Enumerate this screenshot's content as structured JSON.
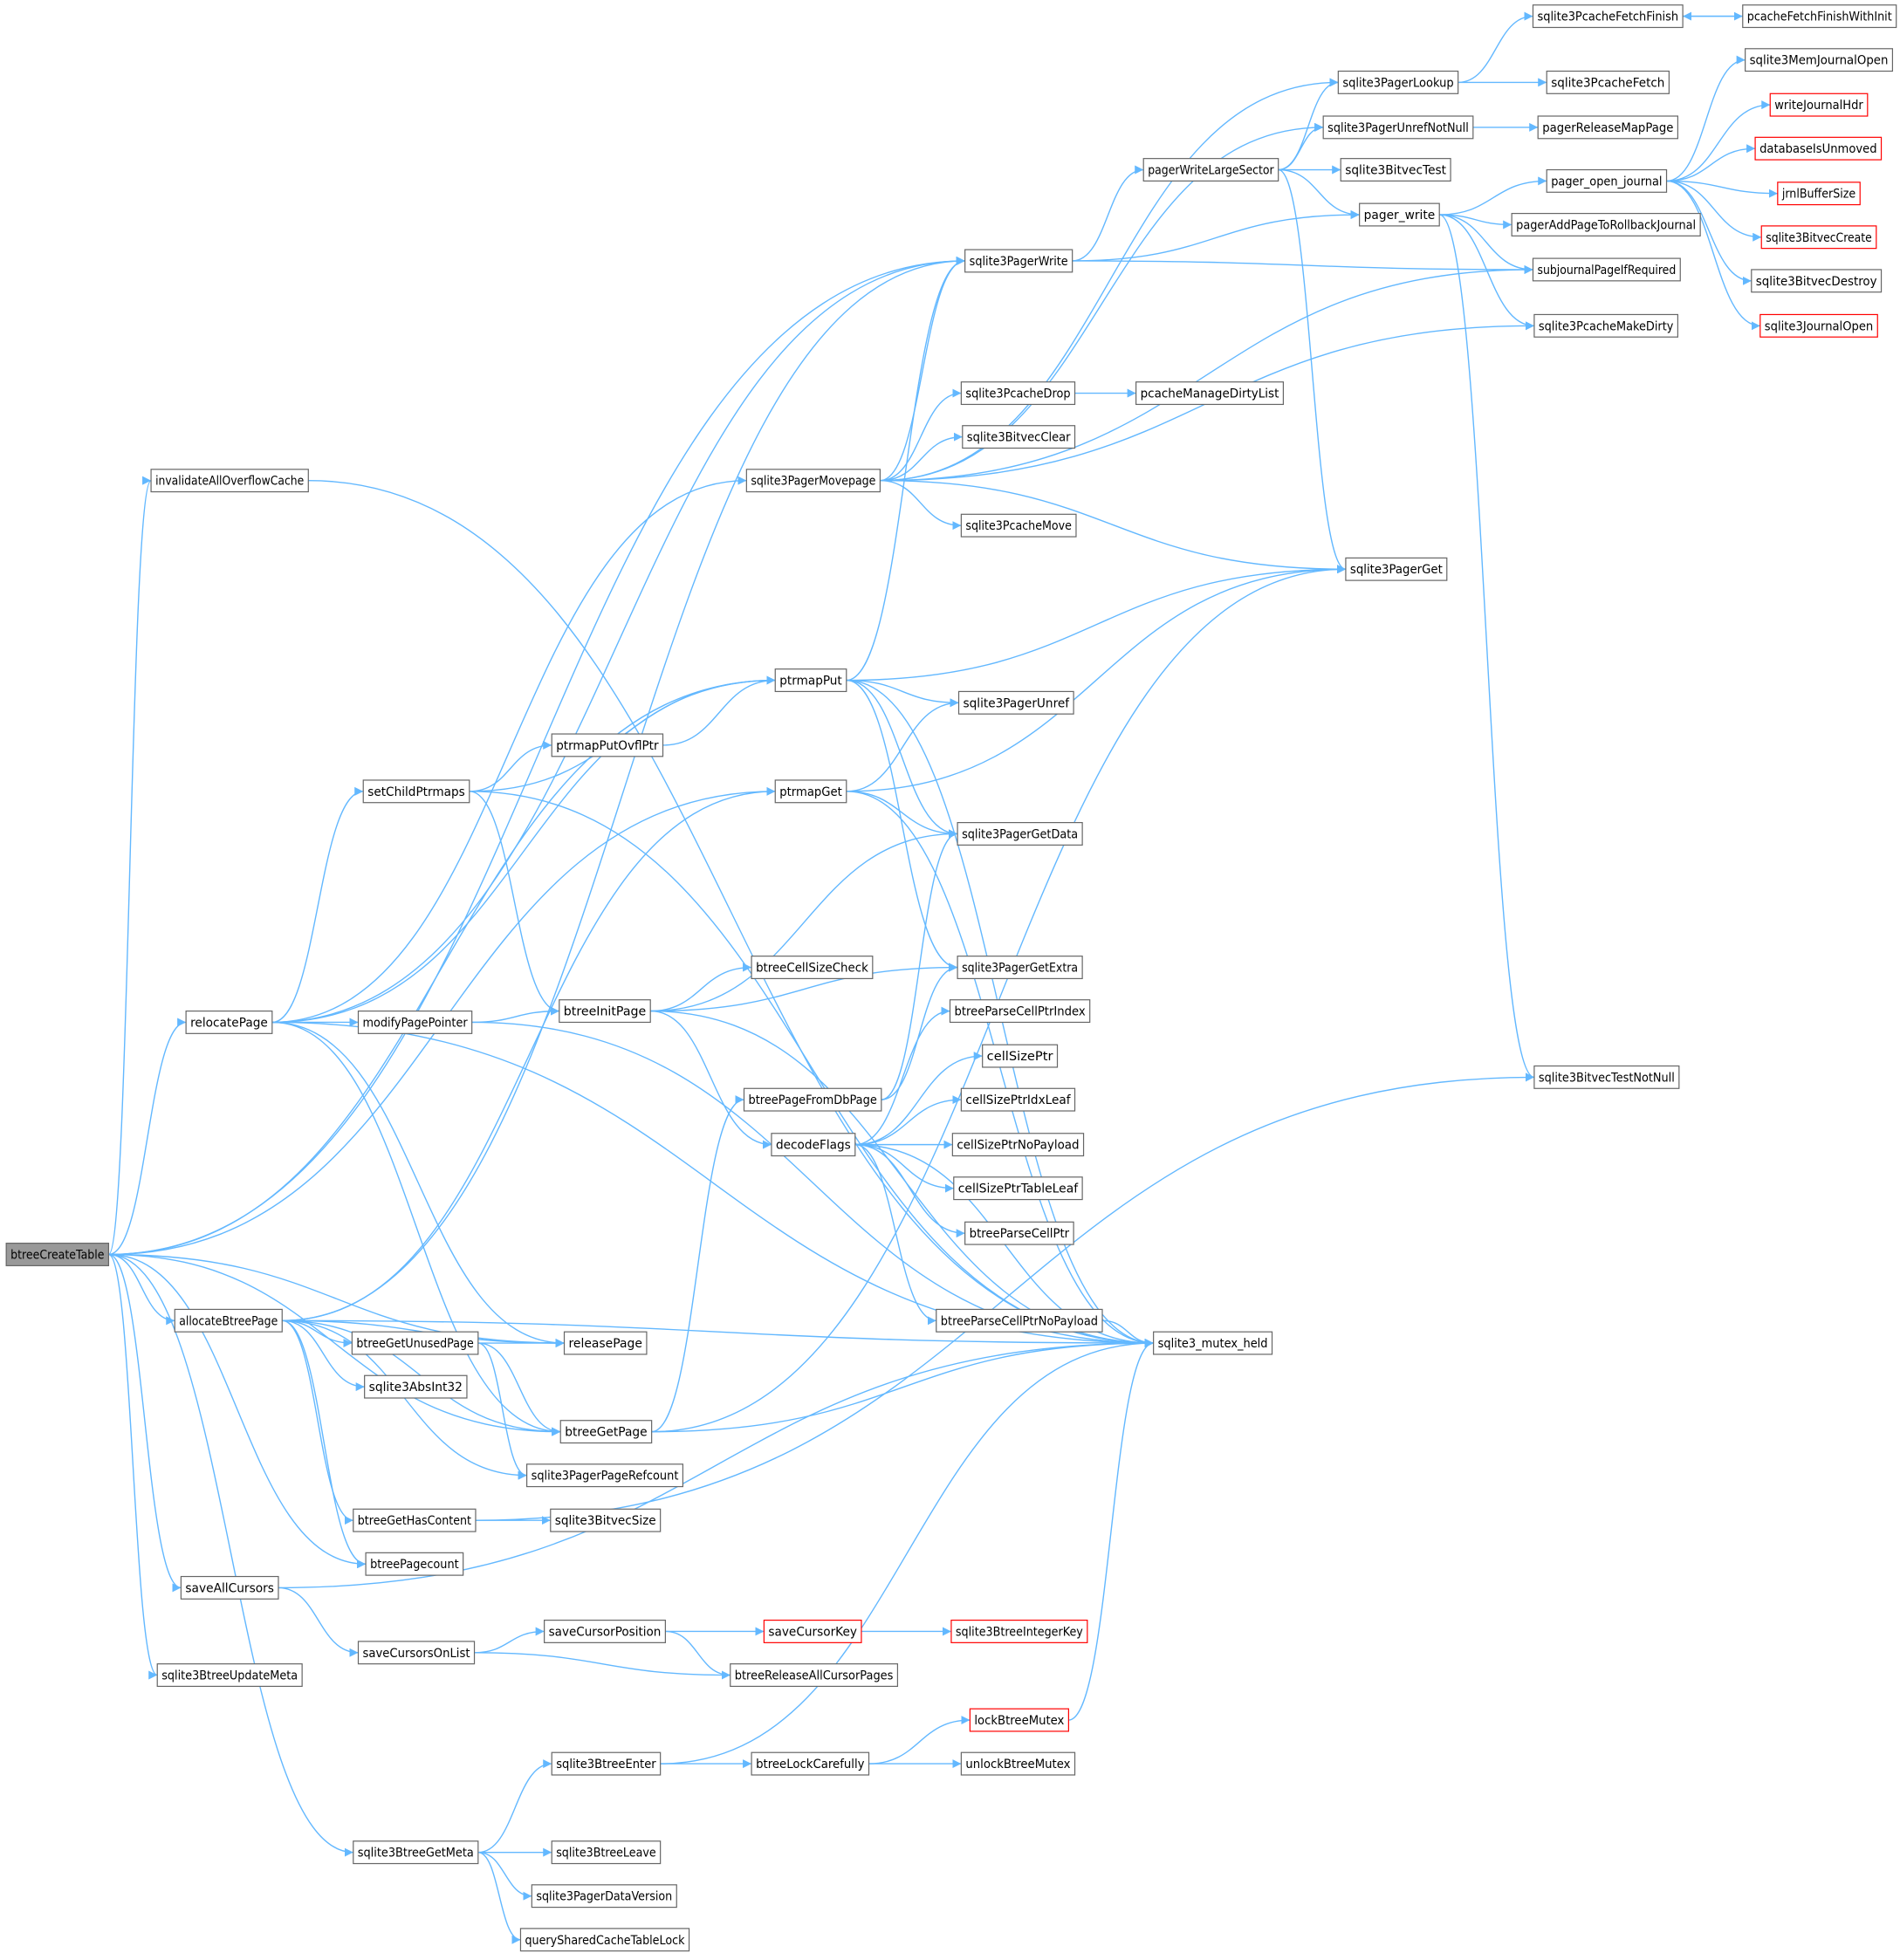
{
  "graph": {
    "colors": {
      "edge": "#63B8FF",
      "node_border": "#666666",
      "node_border_truncated": "#FF0000",
      "node_fill": "#FFFFFF",
      "root_fill": "#999999",
      "text": "#000000"
    },
    "nodes": [
      {
        "id": "btreeCreateTable",
        "label": "btreeCreateTable",
        "root": true
      },
      {
        "id": "invalidateAllOverflowCache",
        "label": "invalidateAllOverflowCache"
      },
      {
        "id": "relocatePage",
        "label": "relocatePage"
      },
      {
        "id": "allocateBtreePage",
        "label": "allocateBtreePage"
      },
      {
        "id": "saveAllCursors",
        "label": "saveAllCursors"
      },
      {
        "id": "sqlite3BtreeUpdateMeta",
        "label": "sqlite3BtreeUpdateMeta"
      },
      {
        "id": "setChildPtrmaps",
        "label": "setChildPtrmaps"
      },
      {
        "id": "modifyPagePointer",
        "label": "modifyPagePointer"
      },
      {
        "id": "btreeGetUnusedPage",
        "label": "btreeGetUnusedPage"
      },
      {
        "id": "sqlite3AbsInt32",
        "label": "sqlite3AbsInt32"
      },
      {
        "id": "btreeGetHasContent",
        "label": "btreeGetHasContent"
      },
      {
        "id": "btreePagecount",
        "label": "btreePagecount"
      },
      {
        "id": "saveCursorsOnList",
        "label": "saveCursorsOnList"
      },
      {
        "id": "sqlite3BtreeGetMeta",
        "label": "sqlite3BtreeGetMeta"
      },
      {
        "id": "ptrmapPutOvflPtr",
        "label": "ptrmapPutOvflPtr"
      },
      {
        "id": "btreeInitPage",
        "label": "btreeInitPage"
      },
      {
        "id": "releasePage",
        "label": "releasePage"
      },
      {
        "id": "btreeGetPage",
        "label": "btreeGetPage"
      },
      {
        "id": "sqlite3PagerPageRefcount",
        "label": "sqlite3PagerPageRefcount"
      },
      {
        "id": "sqlite3BitvecSize",
        "label": "sqlite3BitvecSize"
      },
      {
        "id": "saveCursorPosition",
        "label": "saveCursorPosition"
      },
      {
        "id": "sqlite3BtreeEnter",
        "label": "sqlite3BtreeEnter"
      },
      {
        "id": "sqlite3BtreeLeave",
        "label": "sqlite3BtreeLeave"
      },
      {
        "id": "sqlite3PagerDataVersion",
        "label": "sqlite3PagerDataVersion"
      },
      {
        "id": "querySharedCacheTableLock",
        "label": "querySharedCacheTableLock"
      },
      {
        "id": "sqlite3PagerMovepage",
        "label": "sqlite3PagerMovepage"
      },
      {
        "id": "ptrmapPut",
        "label": "ptrmapPut"
      },
      {
        "id": "ptrmapGet",
        "label": "ptrmapGet"
      },
      {
        "id": "btreePageFromDbPage",
        "label": "btreePageFromDbPage"
      },
      {
        "id": "decodeFlags",
        "label": "decodeFlags"
      },
      {
        "id": "saveCursorKey",
        "label": "saveCursorKey",
        "truncated": true
      },
      {
        "id": "btreeReleaseAllCursorPages",
        "label": "btreeReleaseAllCursorPages"
      },
      {
        "id": "btreeLockCarefully",
        "label": "btreeLockCarefully"
      },
      {
        "id": "sqlite3PagerWrite",
        "label": "sqlite3PagerWrite"
      },
      {
        "id": "sqlite3PcacheDrop",
        "label": "sqlite3PcacheDrop"
      },
      {
        "id": "sqlite3BitvecClear",
        "label": "sqlite3BitvecClear"
      },
      {
        "id": "sqlite3PcacheMove",
        "label": "sqlite3PcacheMove"
      },
      {
        "id": "sqlite3PagerUnref",
        "label": "sqlite3PagerUnref"
      },
      {
        "id": "sqlite3PagerGetData",
        "label": "sqlite3PagerGetData"
      },
      {
        "id": "btreeCellSizeCheck",
        "label": "btreeCellSizeCheck"
      },
      {
        "id": "sqlite3PagerGetExtra",
        "label": "sqlite3PagerGetExtra"
      },
      {
        "id": "btreeParseCellPtrIndex",
        "label": "btreeParseCellPtrIndex"
      },
      {
        "id": "cellSizePtr",
        "label": "cellSizePtr"
      },
      {
        "id": "cellSizePtrIdxLeaf",
        "label": "cellSizePtrIdxLeaf"
      },
      {
        "id": "cellSizePtrNoPayload",
        "label": "cellSizePtrNoPayload"
      },
      {
        "id": "cellSizePtrTableLeaf",
        "label": "cellSizePtrTableLeaf"
      },
      {
        "id": "btreeParseCellPtr",
        "label": "btreeParseCellPtr"
      },
      {
        "id": "btreeParseCellPtrNoPayload",
        "label": "btreeParseCellPtrNoPayload"
      },
      {
        "id": "sqlite3BtreeIntegerKey",
        "label": "sqlite3BtreeIntegerKey",
        "truncated": true
      },
      {
        "id": "lockBtreeMutex",
        "label": "lockBtreeMutex",
        "truncated": true
      },
      {
        "id": "unlockBtreeMutex",
        "label": "unlockBtreeMutex"
      },
      {
        "id": "pcacheManageDirtyList",
        "label": "pcacheManageDirtyList"
      },
      {
        "id": "sqlite3_mutex_held",
        "label": "sqlite3_mutex_held"
      },
      {
        "id": "pagerWriteLargeSector",
        "label": "pagerWriteLargeSector"
      },
      {
        "id": "sqlite3PagerLookup",
        "label": "sqlite3PagerLookup"
      },
      {
        "id": "sqlite3PagerUnrefNotNull",
        "label": "sqlite3PagerUnrefNotNull"
      },
      {
        "id": "sqlite3BitvecTest",
        "label": "sqlite3BitvecTest"
      },
      {
        "id": "pager_write",
        "label": "pager_write"
      },
      {
        "id": "sqlite3PagerGet",
        "label": "sqlite3PagerGet"
      },
      {
        "id": "sqlite3PcacheFetchFinish",
        "label": "sqlite3PcacheFetchFinish"
      },
      {
        "id": "sqlite3PcacheFetch",
        "label": "sqlite3PcacheFetch"
      },
      {
        "id": "pagerReleaseMapPage",
        "label": "pagerReleaseMapPage"
      },
      {
        "id": "pager_open_journal",
        "label": "pager_open_journal"
      },
      {
        "id": "pagerAddPageToRollbackJournal",
        "label": "pagerAddPageToRollbackJournal"
      },
      {
        "id": "subjournalPageIfRequired",
        "label": "subjournalPageIfRequired"
      },
      {
        "id": "sqlite3PcacheMakeDirty",
        "label": "sqlite3PcacheMakeDirty"
      },
      {
        "id": "sqlite3BitvecTestNotNull",
        "label": "sqlite3BitvecTestNotNull"
      },
      {
        "id": "pcacheFetchFinishWithInit",
        "label": "pcacheFetchFinishWithInit"
      },
      {
        "id": "sqlite3MemJournalOpen",
        "label": "sqlite3MemJournalOpen"
      },
      {
        "id": "writeJournalHdr",
        "label": "writeJournalHdr",
        "truncated": true
      },
      {
        "id": "databaseIsUnmoved",
        "label": "databaseIsUnmoved",
        "truncated": true
      },
      {
        "id": "jrnlBufferSize",
        "label": "jrnlBufferSize",
        "truncated": true
      },
      {
        "id": "sqlite3BitvecCreate",
        "label": "sqlite3BitvecCreate",
        "truncated": true
      },
      {
        "id": "sqlite3BitvecDestroy",
        "label": "sqlite3BitvecDestroy"
      },
      {
        "id": "sqlite3JournalOpen",
        "label": "sqlite3JournalOpen",
        "truncated": true
      }
    ],
    "edges": [
      [
        "btreeCreateTable",
        "invalidateAllOverflowCache"
      ],
      [
        "btreeCreateTable",
        "relocatePage"
      ],
      [
        "btreeCreateTable",
        "allocateBtreePage"
      ],
      [
        "btreeCreateTable",
        "saveAllCursors"
      ],
      [
        "btreeCreateTable",
        "sqlite3BtreeUpdateMeta"
      ],
      [
        "btreeCreateTable",
        "btreeGetPage"
      ],
      [
        "btreeCreateTable",
        "releasePage"
      ],
      [
        "btreeCreateTable",
        "btreePagecount"
      ],
      [
        "btreeCreateTable",
        "sqlite3BtreeGetMeta"
      ],
      [
        "btreeCreateTable",
        "ptrmapPut"
      ],
      [
        "btreeCreateTable",
        "ptrmapGet"
      ],
      [
        "btreeCreateTable",
        "sqlite3PagerWrite"
      ],
      [
        "invalidateAllOverflowCache",
        "sqlite3_mutex_held"
      ],
      [
        "relocatePage",
        "setChildPtrmaps"
      ],
      [
        "relocatePage",
        "modifyPagePointer"
      ],
      [
        "relocatePage",
        "ptrmapPut"
      ],
      [
        "relocatePage",
        "sqlite3PagerMovepage"
      ],
      [
        "relocatePage",
        "sqlite3PagerWrite"
      ],
      [
        "relocatePage",
        "releasePage"
      ],
      [
        "relocatePage",
        "btreeGetPage"
      ],
      [
        "relocatePage",
        "sqlite3_mutex_held"
      ],
      [
        "allocateBtreePage",
        "btreeGetUnusedPage"
      ],
      [
        "allocateBtreePage",
        "sqlite3AbsInt32"
      ],
      [
        "allocateBtreePage",
        "btreeGetHasContent"
      ],
      [
        "allocateBtreePage",
        "btreePagecount"
      ],
      [
        "allocateBtreePage",
        "releasePage"
      ],
      [
        "allocateBtreePage",
        "btreeGetPage"
      ],
      [
        "allocateBtreePage",
        "sqlite3PagerPageRefcount"
      ],
      [
        "allocateBtreePage",
        "ptrmapGet"
      ],
      [
        "allocateBtreePage",
        "sqlite3PagerWrite"
      ],
      [
        "allocateBtreePage",
        "sqlite3_mutex_held"
      ],
      [
        "saveAllCursors",
        "saveCursorsOnList"
      ],
      [
        "saveAllCursors",
        "sqlite3_mutex_held"
      ],
      [
        "setChildPtrmaps",
        "ptrmapPutOvflPtr"
      ],
      [
        "setChildPtrmaps",
        "ptrmapPut"
      ],
      [
        "setChildPtrmaps",
        "btreeInitPage"
      ],
      [
        "setChildPtrmaps",
        "sqlite3_mutex_held"
      ],
      [
        "modifyPagePointer",
        "btreeInitPage"
      ],
      [
        "modifyPagePointer",
        "sqlite3_mutex_held"
      ],
      [
        "btreeGetUnusedPage",
        "releasePage"
      ],
      [
        "btreeGetUnusedPage",
        "btreeGetPage"
      ],
      [
        "btreeGetUnusedPage",
        "sqlite3PagerPageRefcount"
      ],
      [
        "btreeGetHasContent",
        "sqlite3BitvecSize"
      ],
      [
        "btreeGetHasContent",
        "sqlite3BitvecTestNotNull"
      ],
      [
        "saveCursorsOnList",
        "saveCursorPosition"
      ],
      [
        "saveCursorsOnList",
        "btreeReleaseAllCursorPages"
      ],
      [
        "sqlite3BtreeGetMeta",
        "sqlite3BtreeEnter"
      ],
      [
        "sqlite3BtreeGetMeta",
        "sqlite3BtreeLeave"
      ],
      [
        "sqlite3BtreeGetMeta",
        "sqlite3PagerDataVersion"
      ],
      [
        "sqlite3BtreeGetMeta",
        "querySharedCacheTableLock"
      ],
      [
        "ptrmapPutOvflPtr",
        "ptrmapPut"
      ],
      [
        "btreeInitPage",
        "btreeCellSizeCheck"
      ],
      [
        "btreeInitPage",
        "decodeFlags"
      ],
      [
        "btreeInitPage",
        "sqlite3PagerGetData"
      ],
      [
        "btreeInitPage",
        "sqlite3PagerGetExtra"
      ],
      [
        "btreeInitPage",
        "sqlite3_mutex_held"
      ],
      [
        "btreeGetPage",
        "btreePageFromDbPage"
      ],
      [
        "btreeGetPage",
        "sqlite3PagerGet"
      ],
      [
        "btreeGetPage",
        "sqlite3_mutex_held"
      ],
      [
        "saveCursorPosition",
        "saveCursorKey"
      ],
      [
        "saveCursorPosition",
        "btreeReleaseAllCursorPages"
      ],
      [
        "sqlite3BtreeEnter",
        "btreeLockCarefully"
      ],
      [
        "sqlite3BtreeEnter",
        "sqlite3_mutex_held"
      ],
      [
        "sqlite3PagerMovepage",
        "sqlite3PcacheDrop"
      ],
      [
        "sqlite3PagerMovepage",
        "sqlite3BitvecClear"
      ],
      [
        "sqlite3PagerMovepage",
        "sqlite3PcacheMove"
      ],
      [
        "sqlite3PagerMovepage",
        "sqlite3PagerGet"
      ],
      [
        "sqlite3PagerMovepage",
        "sqlite3PagerWrite"
      ],
      [
        "sqlite3PagerMovepage",
        "sqlite3PagerLookup"
      ],
      [
        "sqlite3PagerMovepage",
        "sqlite3PagerUnrefNotNull"
      ],
      [
        "sqlite3PagerMovepage",
        "subjournalPageIfRequired"
      ],
      [
        "sqlite3PagerMovepage",
        "sqlite3PcacheMakeDirty"
      ],
      [
        "ptrmapPut",
        "sqlite3PagerGet"
      ],
      [
        "ptrmapPut",
        "sqlite3PagerUnref"
      ],
      [
        "ptrmapPut",
        "sqlite3PagerGetData"
      ],
      [
        "ptrmapPut",
        "sqlite3PagerGetExtra"
      ],
      [
        "ptrmapPut",
        "sqlite3PagerWrite"
      ],
      [
        "ptrmapPut",
        "sqlite3_mutex_held"
      ],
      [
        "ptrmapGet",
        "sqlite3PagerGet"
      ],
      [
        "ptrmapGet",
        "sqlite3PagerUnref"
      ],
      [
        "ptrmapGet",
        "sqlite3PagerGetData"
      ],
      [
        "ptrmapGet",
        "sqlite3_mutex_held"
      ],
      [
        "btreePageFromDbPage",
        "sqlite3PagerGetData"
      ],
      [
        "btreePageFromDbPage",
        "sqlite3PagerGetExtra"
      ],
      [
        "decodeFlags",
        "btreeParseCellPtrIndex"
      ],
      [
        "decodeFlags",
        "cellSizePtr"
      ],
      [
        "decodeFlags",
        "cellSizePtrIdxLeaf"
      ],
      [
        "decodeFlags",
        "cellSizePtrNoPayload"
      ],
      [
        "decodeFlags",
        "cellSizePtrTableLeaf"
      ],
      [
        "decodeFlags",
        "btreeParseCellPtr"
      ],
      [
        "decodeFlags",
        "btreeParseCellPtrNoPayload"
      ],
      [
        "decodeFlags",
        "sqlite3_mutex_held"
      ],
      [
        "saveCursorKey",
        "sqlite3BtreeIntegerKey"
      ],
      [
        "btreeLockCarefully",
        "lockBtreeMutex"
      ],
      [
        "btreeLockCarefully",
        "unlockBtreeMutex"
      ],
      [
        "lockBtreeMutex",
        "sqlite3_mutex_held"
      ],
      [
        "btreeParseCellPtrNoPayload",
        "sqlite3_mutex_held"
      ],
      [
        "sqlite3PcacheDrop",
        "pcacheManageDirtyList"
      ],
      [
        "sqlite3PagerWrite",
        "pagerWriteLargeSector"
      ],
      [
        "sqlite3PagerWrite",
        "pager_write"
      ],
      [
        "sqlite3PagerWrite",
        "subjournalPageIfRequired"
      ],
      [
        "pagerWriteLargeSector",
        "sqlite3PagerLookup"
      ],
      [
        "pagerWriteLargeSector",
        "sqlite3PagerUnrefNotNull"
      ],
      [
        "pagerWriteLargeSector",
        "sqlite3BitvecTest"
      ],
      [
        "pagerWriteLargeSector",
        "pager_write"
      ],
      [
        "pagerWriteLargeSector",
        "sqlite3PagerGet"
      ],
      [
        "sqlite3PagerLookup",
        "sqlite3PcacheFetchFinish"
      ],
      [
        "sqlite3PagerLookup",
        "sqlite3PcacheFetch"
      ],
      [
        "sqlite3PagerUnrefNotNull",
        "pagerReleaseMapPage"
      ],
      [
        "sqlite3PcacheFetchFinish",
        "pcacheFetchFinishWithInit"
      ],
      [
        "pcacheFetchFinishWithInit",
        "sqlite3PcacheFetchFinish"
      ],
      [
        "pager_write",
        "pager_open_journal"
      ],
      [
        "pager_write",
        "pagerAddPageToRollbackJournal"
      ],
      [
        "pager_write",
        "subjournalPageIfRequired"
      ],
      [
        "pager_write",
        "sqlite3PcacheMakeDirty"
      ],
      [
        "pager_write",
        "sqlite3BitvecTestNotNull"
      ],
      [
        "pager_open_journal",
        "sqlite3MemJournalOpen"
      ],
      [
        "pager_open_journal",
        "writeJournalHdr"
      ],
      [
        "pager_open_journal",
        "databaseIsUnmoved"
      ],
      [
        "pager_open_journal",
        "jrnlBufferSize"
      ],
      [
        "pager_open_journal",
        "sqlite3BitvecCreate"
      ],
      [
        "pager_open_journal",
        "sqlite3BitvecDestroy"
      ],
      [
        "pager_open_journal",
        "sqlite3JournalOpen"
      ]
    ]
  }
}
